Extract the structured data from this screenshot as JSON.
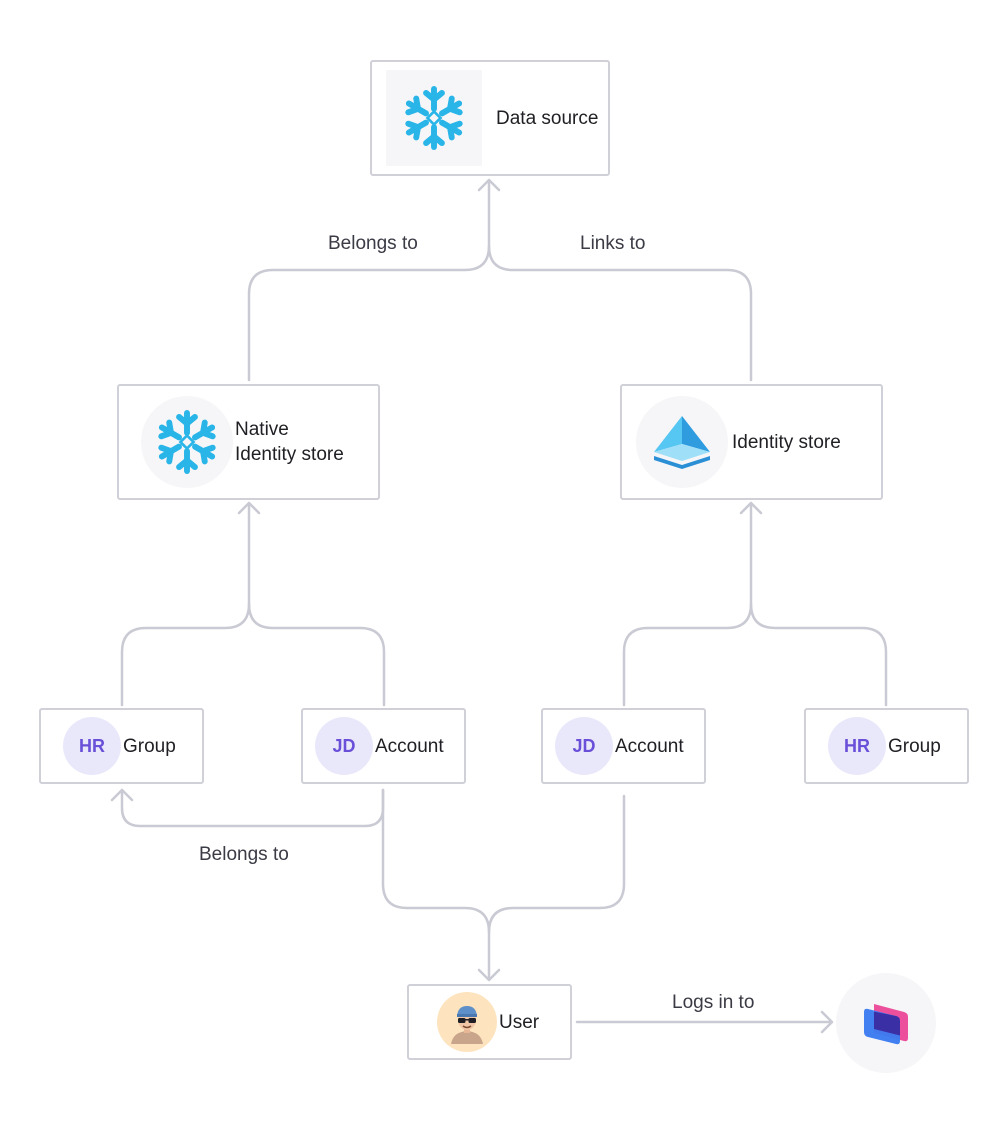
{
  "nodes": {
    "data_source": {
      "label": "Data source",
      "icon": "snowflake-icon"
    },
    "native_identity_store": {
      "label": "Native\nIdentity store",
      "icon": "snowflake-icon"
    },
    "identity_store": {
      "label": "Identity store",
      "icon": "azure-pyramid-icon"
    },
    "native_group": {
      "badge": "HR",
      "label": "Group"
    },
    "native_account": {
      "badge": "JD",
      "label": "Account"
    },
    "idp_account": {
      "badge": "JD",
      "label": "Account"
    },
    "idp_group": {
      "badge": "HR",
      "label": "Group"
    },
    "user": {
      "label": "User",
      "icon": "user-avatar-icon"
    },
    "app": {
      "icon": "app-logo-icon"
    }
  },
  "edges": {
    "belongs_to_top": "Belongs to",
    "links_to": "Links to",
    "belongs_to_bottom": "Belongs to",
    "logs_in_to": "Logs in to"
  },
  "colors": {
    "snowflake": "#29b5e8",
    "connector": "#c9cad3",
    "badge_bg": "#e9e8fb",
    "badge_text": "#6a4fd8"
  }
}
